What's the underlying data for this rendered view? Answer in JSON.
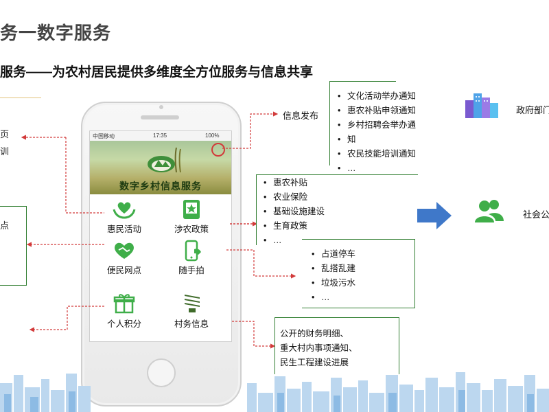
{
  "title": "务一数字服务",
  "subtitle": "服务——为农村居民提供多维度全方位服务与信息共享",
  "left_fragments": [
    "页",
    "训",
    "点"
  ],
  "phone": {
    "status": {
      "carrier": "中国移动",
      "time": "17:35",
      "battery": "100%"
    },
    "banner_title": "数字乡村信息服务",
    "menu": [
      {
        "label": "惠民活动",
        "icon": "heart-hands-icon"
      },
      {
        "label": "涉农政策",
        "icon": "star-document-icon"
      },
      {
        "label": "便民网点",
        "icon": "handshake-icon"
      },
      {
        "label": "随手拍",
        "icon": "phone-camera-icon"
      },
      {
        "label": "个人积分",
        "icon": "gift-icon"
      },
      {
        "label": "村务信息",
        "icon": "lightbulb-icon"
      }
    ]
  },
  "info_publish": {
    "label": "信息发布",
    "items": [
      "文化活动举办通知",
      "惠农补贴申领通知",
      "乡村招聘会举办通",
      "知",
      "农民技能培训通知",
      "…"
    ]
  },
  "policy_box": {
    "items": [
      "惠农补贴",
      "农业保险",
      "基础设施建设",
      "生育政策",
      "…"
    ]
  },
  "report_box": {
    "items": [
      "占道停车",
      "乱搭乱建",
      "垃圾污水",
      "…"
    ]
  },
  "village_box": {
    "items": [
      "公开的财务明细、",
      "重大村内事项通知、",
      "民生工程建设进展"
    ]
  },
  "gov_label": "政府部门",
  "public_label": "社会公",
  "colors": {
    "accent_green": "#2f7d2f",
    "arrow_blue": "#3f78c9",
    "connector_red": "#d23a3a",
    "icon_green": "#3fae49"
  }
}
